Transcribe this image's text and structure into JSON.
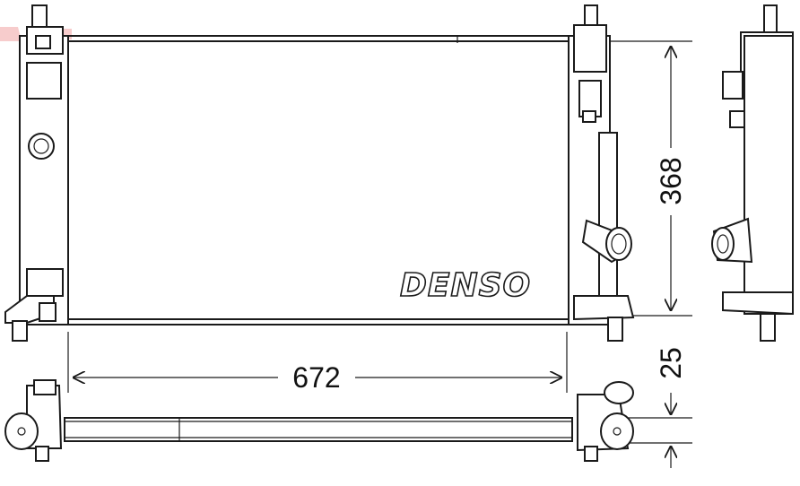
{
  "brand": "DENSO",
  "dimensions": {
    "height": "368",
    "width": "672",
    "thickness": "25"
  },
  "colors": {
    "line": "#1a1a1a",
    "core_fill": "#ececec",
    "corner_mark": "#e57373"
  }
}
